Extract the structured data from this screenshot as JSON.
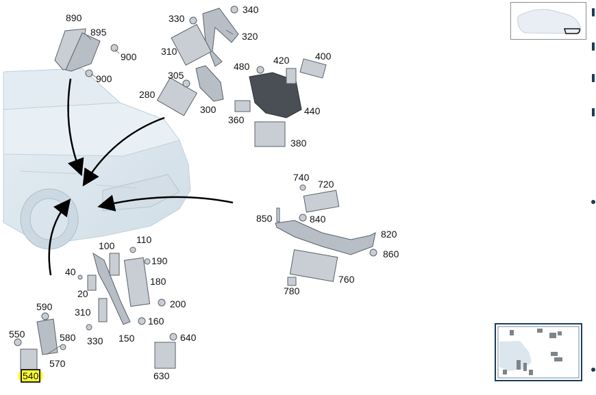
{
  "labels": {
    "p890": "890",
    "p895": "895",
    "p900a": "900",
    "p900b": "900",
    "p330a": "330",
    "p340": "340",
    "p320": "320",
    "p310a": "310",
    "p305": "305",
    "p280": "280",
    "p300": "300",
    "p480": "480",
    "p420": "420",
    "p400": "400",
    "p360": "360",
    "p440": "440",
    "p380": "380",
    "p740": "740",
    "p720": "720",
    "p850": "850",
    "p840": "840",
    "p820": "820",
    "p860": "860",
    "p760": "760",
    "p780": "780",
    "p100": "100",
    "p110": "110",
    "p190": "190",
    "p40": "40",
    "p180": "180",
    "p20": "20",
    "p200": "200",
    "p310b": "310",
    "p160": "160",
    "p330b": "330",
    "p150": "150",
    "p590": "590",
    "p550": "550",
    "p580": "580",
    "p640": "640",
    "p570": "570",
    "p630": "630",
    "p540": "540"
  },
  "selected_part": "540",
  "colors": {
    "highlight": "#ffff33",
    "part_fill": "#c8ced4",
    "part_stroke": "#5a6068",
    "car_fill": "#d6e3ec",
    "arrow": "#000000"
  }
}
